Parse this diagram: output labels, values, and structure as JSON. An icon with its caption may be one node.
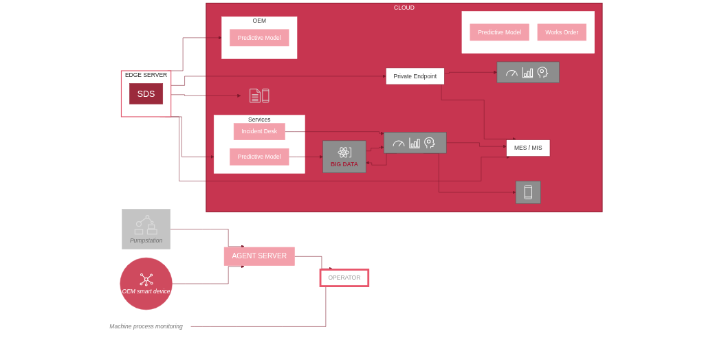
{
  "diagram": {
    "nodes": [
      {
        "text": [
          "Pumpstation"
        ]
      },
      {
        "text": [
          "OEM smart device"
        ]
      },
      {
        "text": [
          "AGENT SERVER"
        ]
      },
      {
        "text": [
          "EDGE SERVER"
        ]
      },
      {
        "text": [
          "SDS"
        ],
        "in": 3
      },
      {
        "text": [
          "OPERATOR"
        ]
      },
      {
        "text": [
          "Machine process monitoring"
        ]
      },
      {
        "text": [
          "CLOUD"
        ]
      },
      {
        "text": [
          "Private Endpoint"
        ],
        "in": 7
      },
      {
        "text": [],
        "shape": "box",
        "in": 7
      },
      {
        "text": [
          "MES / MIS"
        ],
        "in": 7
      },
      {
        "text": [
          "Services"
        ],
        "in": 7
      },
      {
        "text": [
          "Predictive Model"
        ],
        "in": 11
      },
      {
        "text": [
          "Incident Desk"
        ],
        "in": 11
      },
      {
        "text": [
          "BIG DATA"
        ],
        "in": 7
      },
      {
        "text": [],
        "shape": "box",
        "in": 7
      },
      {
        "text": [],
        "shape": "box",
        "in": 7
      },
      {
        "text": [
          "OEM"
        ],
        "in": 7
      },
      {
        "text": [
          "Predictive Model"
        ],
        "in": 17
      },
      {
        "text": [],
        "shape": "box",
        "in": 7
      },
      {
        "text": [
          "Predictive Model"
        ],
        "in": 19
      },
      {
        "text": [
          "Works Order"
        ],
        "in": 19
      },
      {
        "text": [],
        "shape": "picture",
        "in": 7
      }
    ],
    "edges": [
      {
        "from": 0,
        "to": 2,
        "arrow": "to"
      },
      {
        "from": 1,
        "to": 2,
        "arrow": "to"
      },
      {
        "from": 2,
        "to": 5,
        "arrow": "to"
      },
      {
        "from": 6,
        "to": 5,
        "arrow": "none"
      },
      {
        "from": 3,
        "to": 8,
        "arrow": "to"
      },
      {
        "from": 3,
        "to": 10,
        "arrow": "to"
      },
      {
        "from": 3,
        "to": 11,
        "arrow": "to"
      },
      {
        "from": 3,
        "to": 17,
        "arrow": "to"
      },
      {
        "from": 3,
        "to": 22,
        "arrow": "to"
      },
      {
        "from": 8,
        "to": 9,
        "arrow": "to"
      },
      {
        "from": 8,
        "to": 10,
        "arrow": "to"
      },
      {
        "from": 12,
        "to": 14,
        "arrow": "to"
      },
      {
        "from": 13,
        "to": 15,
        "arrow": "to"
      },
      {
        "from": 14,
        "to": 15,
        "arrow": "to"
      },
      {
        "from": 15,
        "to": 16,
        "arrow": "to"
      },
      {
        "from": 15,
        "to": 10,
        "arrow": "to"
      },
      {
        "from": 15,
        "to": 14,
        "arrow": "to"
      }
    ]
  }
}
